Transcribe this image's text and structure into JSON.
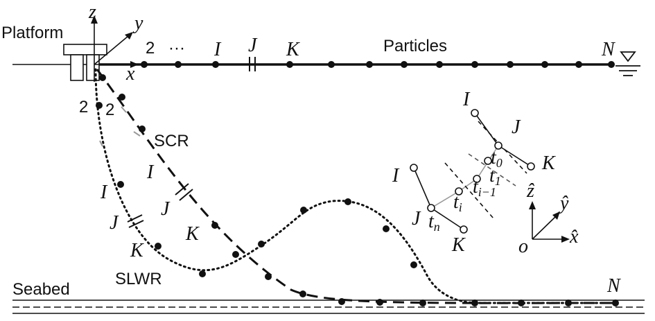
{
  "labels": {
    "platform": "Platform",
    "particles": "Particles",
    "seabed": "Seabed",
    "scr": "SCR",
    "slwr": "SLWR",
    "z": "z",
    "y": "y",
    "x": "x",
    "two": "2",
    "dots": "···",
    "I": "I",
    "J": "J",
    "K": "K",
    "N": "N",
    "t": "t",
    "sub0": "0",
    "sub1": "1",
    "subi": "i",
    "subim1": "i−1",
    "subn": "n",
    "zhat": "ẑ",
    "yhat": "ŷ",
    "xhat": "x̂",
    "o": "o"
  },
  "colors": {
    "line": "#111111",
    "dot": "#111111",
    "gray": "#9a9a9a"
  }
}
